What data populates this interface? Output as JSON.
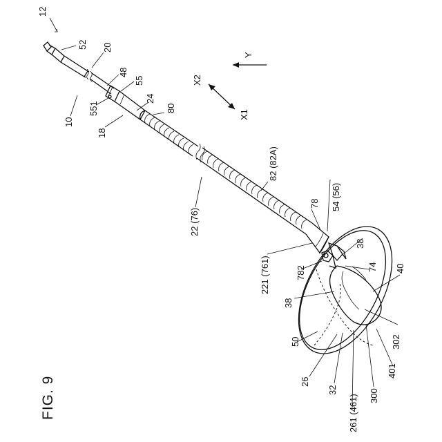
{
  "figure": {
    "title": "FIG. 9",
    "axes": {
      "y": "Y",
      "x1": "X1",
      "x2": "X2"
    },
    "labels": {
      "l12": "12",
      "l52": "52",
      "l20": "20",
      "l48": "48",
      "l55": "55",
      "l24": "24",
      "l551": "551",
      "l10": "10",
      "l80": "80",
      "l18": "18",
      "l82": "82 (82A)",
      "l22": "22 (76)",
      "l54": "54 (56)",
      "l78": "78",
      "l38a": "38",
      "l221": "221 (761)",
      "l782": "782",
      "l74": "74",
      "l40": "40",
      "l38b": "38",
      "l50": "50",
      "l302": "302",
      "l26": "26",
      "l401": "401",
      "l32": "32",
      "l300": "300",
      "l261": "261 (461)"
    }
  }
}
